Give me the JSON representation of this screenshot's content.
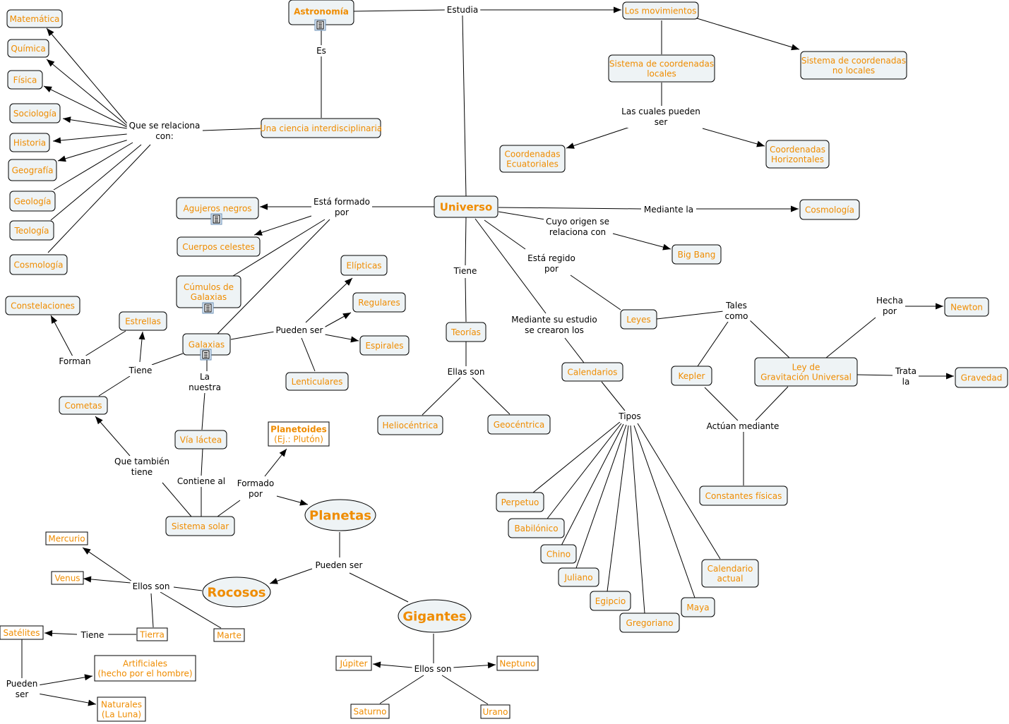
{
  "concepts": {
    "astronomia": "Astronomía",
    "movimientos": "Los movimientos",
    "sis_locales": [
      "Sistema de coordenadas",
      "locales"
    ],
    "sis_no_locales": [
      "Sistema de coordenadas",
      "no locales"
    ],
    "coord_ecuatoriales": [
      "Coordenadas",
      "Ecuatoriales"
    ],
    "coord_horizontales": [
      "Coordenadas",
      "Horizontales"
    ],
    "ciencia": "Una ciencia interdisciplinaria",
    "matematica": "Matemática",
    "quimica": "Química",
    "fisica": "Física",
    "sociologia": "Sociología",
    "historia": "Historia",
    "geografia": "Geografía",
    "geologia": "Geología",
    "teologia": "Teología",
    "cosmologia_left": "Cosmología",
    "universo": "Universo",
    "cosmologia": "Cosmología",
    "big_bang": "Big Bang",
    "agujeros": "Agujeros negros",
    "cuerpos": "Cuerpos celestes",
    "cumulos": [
      "Cúmulos de",
      "Galaxias"
    ],
    "galaxias": "Galaxias",
    "elipticas": "Elípticas",
    "regulares": "Regulares",
    "espirales": "Espirales",
    "lenticulares": "Lenticulares",
    "constelaciones": "Constelaciones",
    "estrellas": "Estrellas",
    "cometas": "Cometas",
    "via_lactea": "Vía láctea",
    "planetoides": [
      "Planetoides",
      "(Ej.: Plutón)"
    ],
    "sistema_solar": "Sistema solar",
    "planetas": "Planetas",
    "rocosos": "Rocosos",
    "gigantes": "Gigantes",
    "mercurio": "Mercurio",
    "venus": "Venus",
    "tierra": "Tierra",
    "marte": "Marte",
    "satelites": "Satélites",
    "artificiales": [
      "Artificiales",
      "(hecho por el hombre)"
    ],
    "naturales": [
      "Naturales",
      "(La Luna)"
    ],
    "jupiter": "Júpiter",
    "neptuno": "Neptuno",
    "saturno": "Saturno",
    "urano": "Urano",
    "teorias": "Teorías",
    "heliocentrica": "Heliocéntrica",
    "geocentrica": "Geocéntrica",
    "calendarios": "Calendarios",
    "perpetuo": "Perpetuo",
    "babilonico": "Babilónico",
    "chino": "Chino",
    "juliano": "Juliano",
    "egipcio": "Egipcio",
    "gregoriano": "Gregoriano",
    "maya": "Maya",
    "cal_actual": [
      "Calendario",
      "actual"
    ],
    "leyes": "Leyes",
    "kepler": "Kepler",
    "ley_grav": [
      "Ley de",
      "Gravitación Universal"
    ],
    "newton": "Newton",
    "gravedad": "Gravedad",
    "constantes": "Constantes físicas"
  },
  "links": {
    "estudia": [
      "Estudia"
    ],
    "es": [
      "Es"
    ],
    "cuales": [
      "Las cuales pueden",
      "ser"
    ],
    "relaciona": [
      "Que se relaciona",
      "con:"
    ],
    "formado": [
      "Está formado",
      "por"
    ],
    "mediante_la": [
      "Mediante la"
    ],
    "cuyo": [
      "Cuyo origen se",
      "relaciona con"
    ],
    "regido": [
      "Está regido",
      "por"
    ],
    "tiene_u": [
      "Tiene"
    ],
    "mediante_est": [
      "Mediante su estudio",
      "se crearon los"
    ],
    "ellas": [
      "Ellas son"
    ],
    "pueden_g": [
      "Pueden ser"
    ],
    "forman": [
      "Forman"
    ],
    "tiene_g": [
      "Tiene"
    ],
    "la_nuestra": [
      "La",
      "nuestra"
    ],
    "que_tambien": [
      "Que también",
      "tiene"
    ],
    "contiene": [
      "Contiene al"
    ],
    "formado_p": [
      "Formado",
      "por"
    ],
    "pueden_p": [
      "Pueden ser"
    ],
    "ellos_r": [
      "Ellos son"
    ],
    "tiene_t": [
      "Tiene"
    ],
    "pueden_s": [
      "Pueden",
      "ser"
    ],
    "ellos_g": [
      "Ellos son"
    ],
    "tipos": [
      "Tipos"
    ],
    "tales": [
      "Tales",
      "como"
    ],
    "hecha": [
      "Hecha",
      "por"
    ],
    "trata": [
      "Trata",
      "la"
    ],
    "actuan": [
      "Actúan mediante"
    ]
  }
}
